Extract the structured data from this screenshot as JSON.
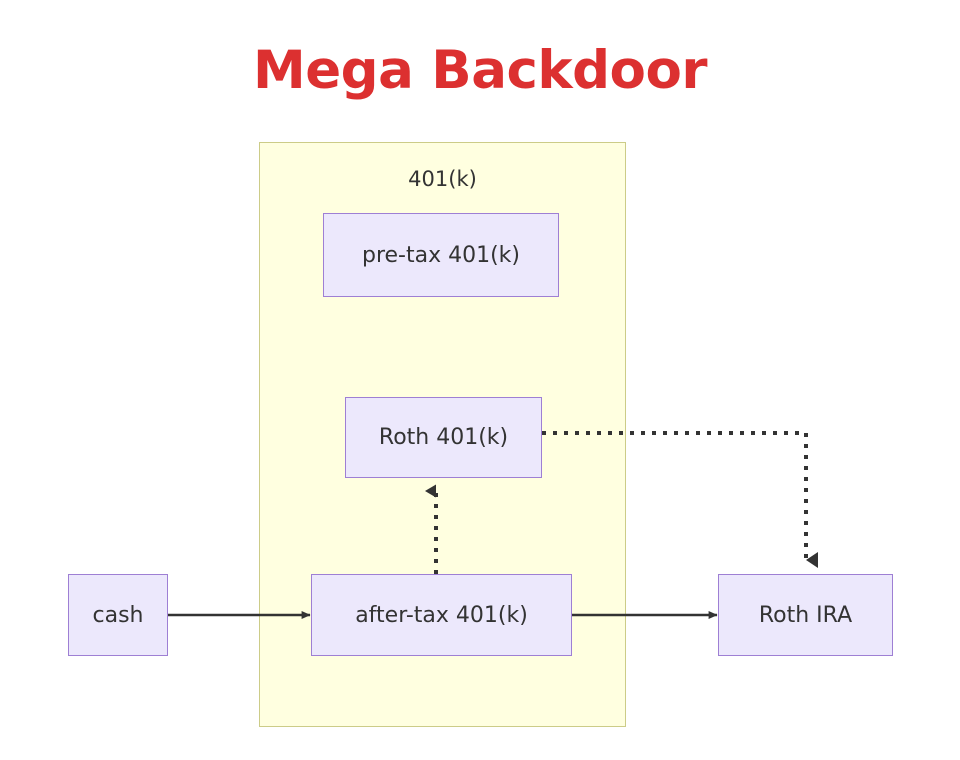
{
  "title": "Mega Backdoor",
  "colors": {
    "title_red": "#dc3030",
    "node_fill": "#ece8fc",
    "node_border": "#9e7fd4",
    "container_fill": "#ffffe0",
    "container_border": "#cccc88",
    "edge_stroke": "#333333",
    "text": "#333333",
    "background": "#ffffff"
  },
  "container": {
    "label": "401(k)"
  },
  "nodes": {
    "pretax": "pre-tax 401(k)",
    "roth401k": "Roth 401(k)",
    "cash": "cash",
    "aftertax": "after-tax 401(k)",
    "rothira": "Roth IRA"
  },
  "edges": [
    {
      "name": "cash-to-aftertax",
      "from": "cash",
      "to": "aftertax",
      "style": "solid",
      "label": ""
    },
    {
      "name": "aftertax-to-rothira",
      "from": "aftertax",
      "to": "rothira",
      "style": "solid",
      "label": ""
    },
    {
      "name": "aftertax-to-roth401k",
      "from": "aftertax",
      "to": "roth401k",
      "style": "dotted",
      "label": ""
    },
    {
      "name": "roth401k-to-rothira",
      "from": "roth401k",
      "to": "rothira",
      "style": "dotted",
      "label": ""
    }
  ]
}
